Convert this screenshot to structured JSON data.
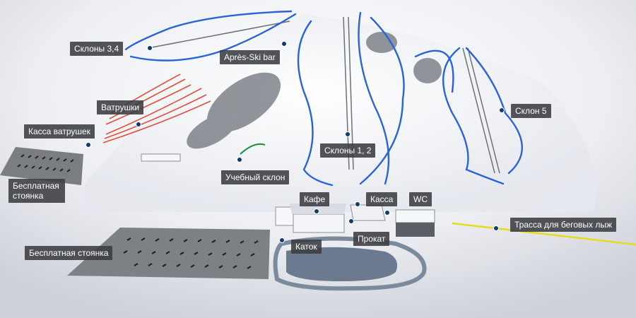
{
  "labels": {
    "slopes_3_4": "Склоны 3,4",
    "apres_ski_bar": "Après-Ski bar",
    "tubing": "Ватрушки",
    "tubing_ticket": "Касса ватрушек",
    "parking_small": "Бесплатная стоянка",
    "slopes_1_2": "Склоны 1, 2",
    "slope_5": "Склон 5",
    "training_slope": "Учебный склон",
    "cafe": "Кафе",
    "ticket_office": "Касса",
    "wc": "WC",
    "cross_country_track": "Трасса для беговых лыж",
    "rental": "Прокат",
    "skating_rink": "Каток",
    "parking_large": "Бесплатная стоянка"
  },
  "colors": {
    "piste": "#2a63d6",
    "tubing_track": "#e23b2a",
    "xc_track": "#e5dc1e",
    "label_bg": "#3a3c42",
    "pin": "#0f3b72"
  }
}
